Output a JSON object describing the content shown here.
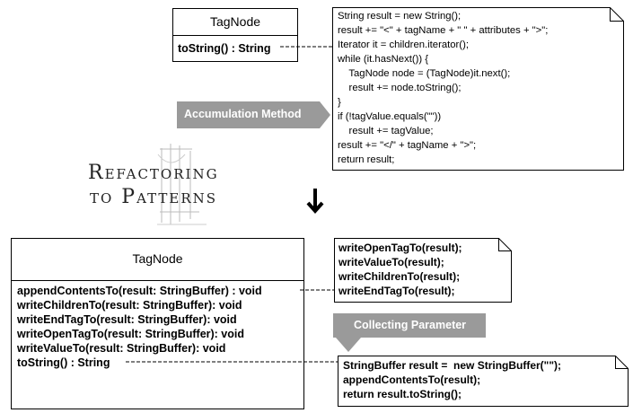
{
  "before": {
    "class_name": "TagNode",
    "operation": "toString() : String",
    "note_lines": [
      "String result = new String();",
      "result += \"<\" + tagName + \" \" + attributes + \">\";",
      "Iterator it = children.iterator();",
      "while (it.hasNext()) {",
      "    TagNode node = (TagNode)it.next();",
      "    result += node.toString();",
      "}",
      "if (!tagValue.equals(\"\"))",
      "    result += tagValue;",
      "result += \"</\" + tagName + \">\";",
      "return result;"
    ],
    "label": "Accumulation Method"
  },
  "logo": {
    "line1": "Refactoring",
    "line2": "to Patterns"
  },
  "after": {
    "class_name": "TagNode",
    "operations": [
      "appendContentsTo(result: StringBuffer) : void",
      "writeChildrenTo(result: StringBuffer): void",
      "writeEndTagTo(result: StringBuffer): void",
      "writeOpenTagTo(result: StringBuffer): void",
      "writeValueTo(result: StringBuffer): void",
      "toString() : String"
    ],
    "note1_lines": [
      "writeOpenTagTo(result);",
      "writeValueTo(result);",
      "writeChildrenTo(result);",
      "writeEndTagTo(result);"
    ],
    "note2_lines": [
      "StringBuffer result =  new StringBuffer(\"\");",
      "appendContentsTo(result);",
      "return result.toString();"
    ],
    "label": "Collecting Parameter"
  },
  "colors": {
    "label_fill": "#9a9a9a",
    "border": "#000000"
  },
  "icons": {
    "transition": "down-arrow-icon"
  }
}
